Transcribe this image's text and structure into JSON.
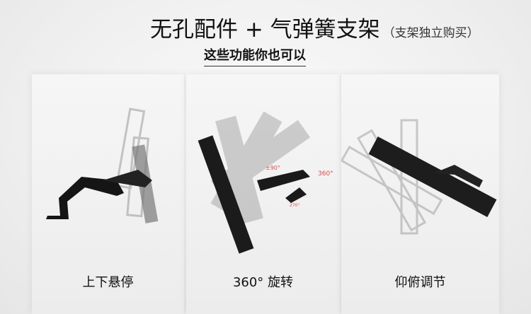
{
  "header": {
    "title": "无孔配件 + 气弹簧支架",
    "title_note": "（支架独立购买）",
    "subtitle": "这些功能你也可以"
  },
  "panels": [
    {
      "caption": "上下悬停"
    },
    {
      "caption": "360°  旋转",
      "rotation_labels": [
        "±90°",
        "360°",
        "270°"
      ]
    },
    {
      "caption": "仰俯调节"
    }
  ],
  "colors": {
    "accent": "#e04848"
  }
}
